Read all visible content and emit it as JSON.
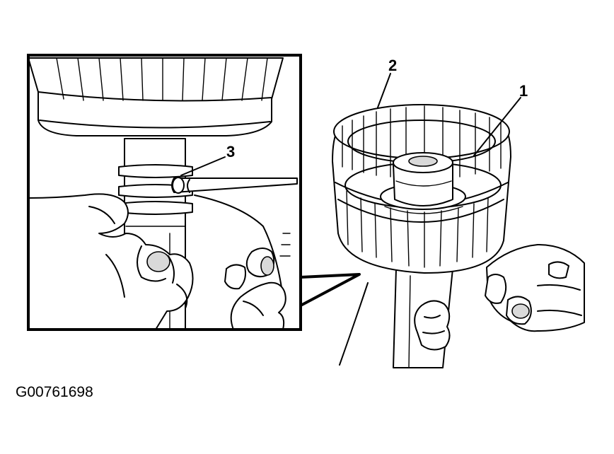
{
  "callouts": {
    "one": "1",
    "two": "2",
    "three": "3"
  },
  "figure_code": "G00761698"
}
